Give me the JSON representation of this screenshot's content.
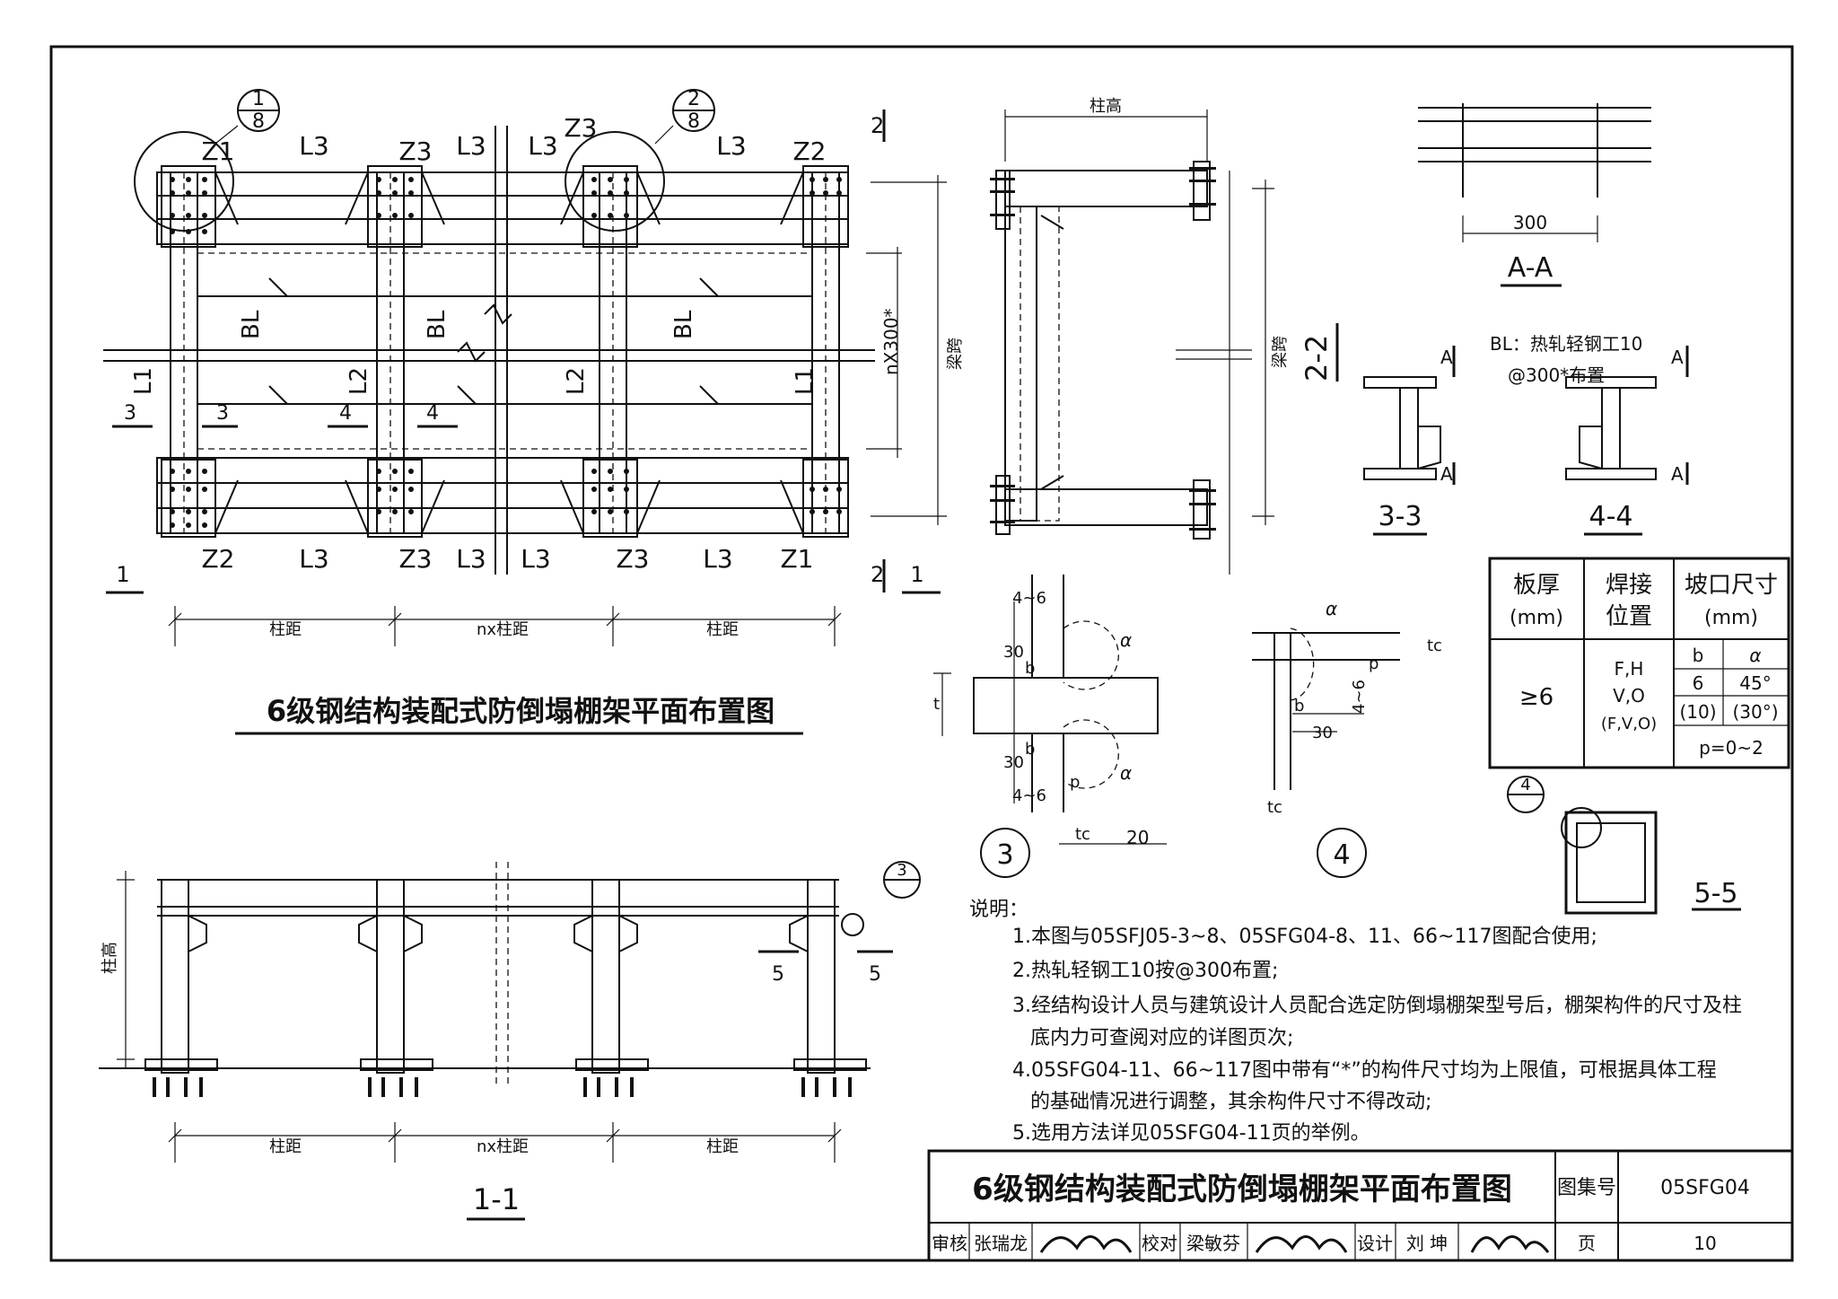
{
  "plan": {
    "title": "6级钢结构装配式防倒塌棚架平面布置图",
    "callout_left": {
      "top": "1",
      "bottom": "8"
    },
    "callout_right": {
      "top": "2",
      "bottom": "8"
    },
    "labels_top": [
      "Z1",
      "L3",
      "Z3",
      "L3",
      "L3",
      "Z3",
      "L3",
      "Z2"
    ],
    "labels_bottom": [
      "Z2",
      "L3",
      "Z3",
      "L3",
      "L3",
      "Z3",
      "L3",
      "Z1"
    ],
    "bl": "BL",
    "l1": "L1",
    "l2": "L2",
    "section_1": "1",
    "section_2": "2",
    "section_3": "3",
    "section_4": "4",
    "dim_span": "nX300*",
    "dim_liangkua": "梁跨",
    "dim_zhuju": "柱距",
    "dim_nzhuju": "nx柱距"
  },
  "section22": {
    "title": "2-2",
    "zhugao": "柱高",
    "liangkua": "梁跨"
  },
  "sectionAA": {
    "title": "A-A",
    "dim": "300"
  },
  "section33": {
    "title": "3-3",
    "label_a": "A"
  },
  "section44": {
    "title": "4-4",
    "label_a": "A",
    "note_line1": "BL：热轧轻钢工10",
    "note_line2": "@300*布置"
  },
  "detail3": {
    "id": "3",
    "d46": "4~6",
    "d30": "30",
    "db": "b",
    "dt": "t",
    "dp": "p",
    "dalpha": "α",
    "dtc": "tc",
    "d20": "20"
  },
  "detail4": {
    "id": "4",
    "dalpha": "α",
    "dtc": "tc",
    "db": "b",
    "d30": "30",
    "d46p": "4~6",
    "dp": "p"
  },
  "weld_table": {
    "h1": "板厚",
    "h1b": "(mm)",
    "h2": "焊接",
    "h2b": "位置",
    "h3": "坡口尺寸",
    "h3b": "(mm)",
    "thickness": "≥6",
    "position1": "F,H",
    "position2": "V,O",
    "position3": "(F,V,O)",
    "b_label": "b",
    "alpha_label": "α",
    "b1": "6",
    "a1": "45°",
    "b2": "(10)",
    "a2": "(30°)",
    "p": "p=0~2"
  },
  "section55": {
    "title": "5-5",
    "callout": "4"
  },
  "section11": {
    "title": "1-1",
    "callout": "3",
    "cut": "5",
    "zhugao": "柱高",
    "zhuju": "柱距",
    "nzhuju": "nx柱距"
  },
  "notes": {
    "heading": "说明：",
    "items": [
      "1.本图与05SFJ05-3~8、05SFG04-8、11、66~117图配合使用;",
      "2.热轧轻钢工10按@300布置;",
      "3.经结构设计人员与建筑设计人员配合选定防倒塌棚架型号后，棚架构件的尺寸及柱",
      "底内力可查阅对应的详图页次;",
      "4.05SFG04-11、66~117图中带有“*”的构件尺寸均为上限值，可根据具体工程",
      "的基础情况进行调整，其余构件尺寸不得改动;",
      "5.选用方法详见05SFG04-11页的举例。"
    ]
  },
  "title_block": {
    "title": "6级钢结构装配式防倒塌棚架平面布置图",
    "atlas_label": "图集号",
    "atlas_no": "05SFG04",
    "review": "审核",
    "reviewer": "张瑞龙",
    "check": "校对",
    "checker": "梁敏芬",
    "design": "设计",
    "designer": "刘 坤",
    "page_label": "页",
    "page_no": "10"
  }
}
